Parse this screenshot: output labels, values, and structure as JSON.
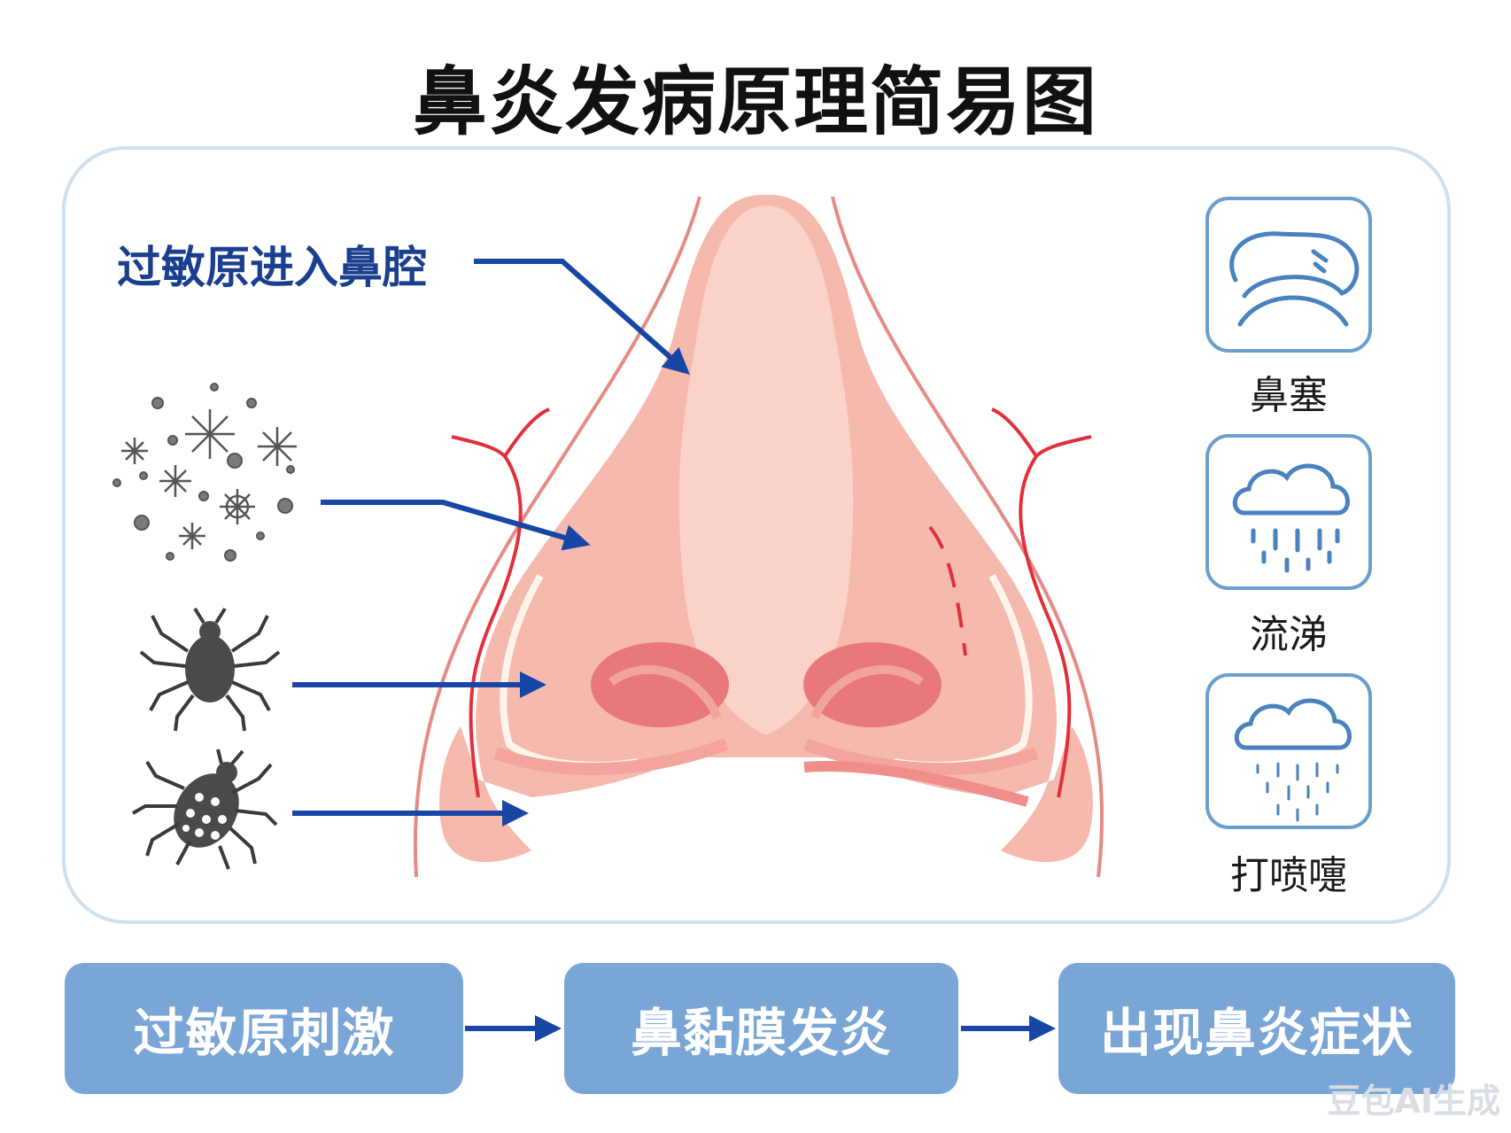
{
  "title": "鼻炎发病原理简易图",
  "diagram": {
    "allergen_label": "过敏原进入鼻腔",
    "symptoms": [
      {
        "label": "鼻塞",
        "icon": "nose-block-icon"
      },
      {
        "label": "流涕",
        "icon": "rain-cloud-icon"
      },
      {
        "label": "打喷嚏",
        "icon": "drizzle-cloud-icon"
      }
    ],
    "allergen_icons": [
      "pollen-particles-icon",
      "dust-mite-icon",
      "bug-icon"
    ]
  },
  "flow": {
    "steps": [
      "过敏原刺激",
      "鼻黏膜发炎",
      "出现鼻炎症状"
    ]
  },
  "watermark": "豆包AI生成",
  "colors": {
    "arrow": "#1846a6",
    "flow_box": "#79a6d6",
    "card_border": "#6a9fcd",
    "nose_skin": "#f6b7ac",
    "vessel": "#e0313b"
  }
}
